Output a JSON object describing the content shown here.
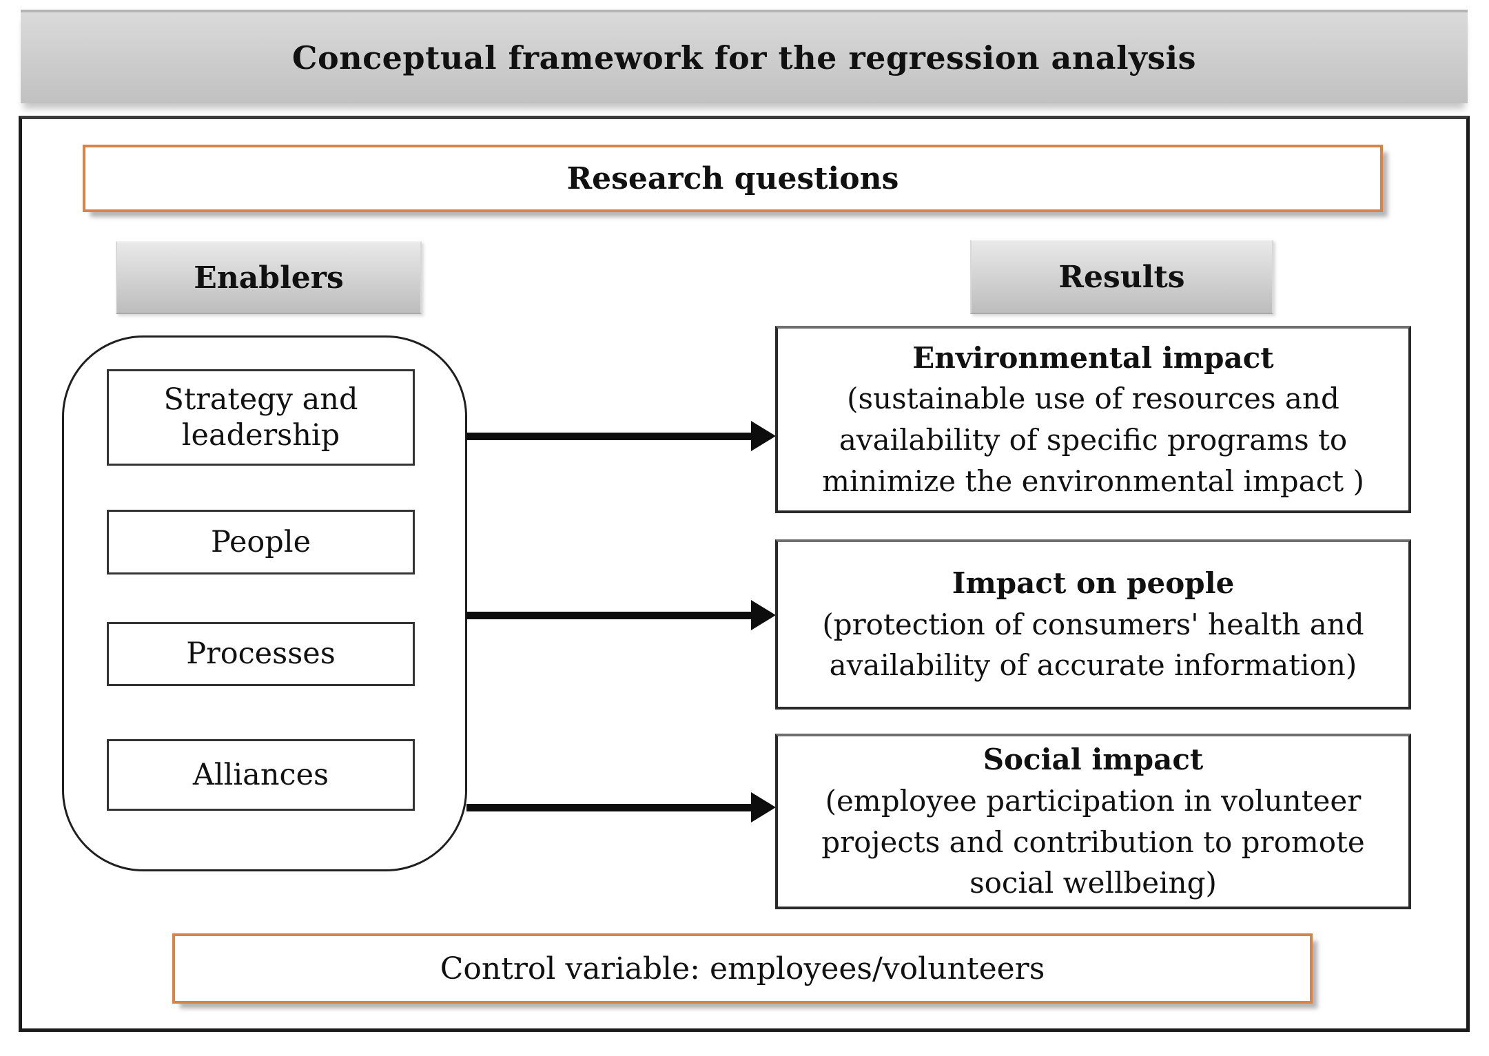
{
  "title": "Conceptual framework for the regression analysis",
  "research_questions_label": "Research questions",
  "columns": {
    "enablers_label": "Enablers",
    "results_label": "Results"
  },
  "enablers": [
    "Strategy and leadership",
    "People",
    "Processes",
    "Alliances"
  ],
  "results": [
    {
      "heading": "Environmental impact",
      "description": "(sustainable use of resources and availability of specific programs to minimize the environmental impact )"
    },
    {
      "heading": "Impact on people",
      "description": "(protection of consumers' health and availability of accurate information)"
    },
    {
      "heading": "Social impact",
      "description": "(employee participation in volunteer projects and contribution to promote social wellbeing)"
    }
  ],
  "control_variable_label": "Control variable: employees/volunteers",
  "colors": {
    "accent_orange": "#DC8246",
    "label_gradient_top": "#E9E9E9",
    "label_gradient_bottom": "#BDBDBD",
    "title_gradient_top": "#DADADA",
    "title_gradient_bottom": "#C1C1C1",
    "arrow_black": "#0D0D0D",
    "box_border_dark": "#2A2A2A"
  }
}
